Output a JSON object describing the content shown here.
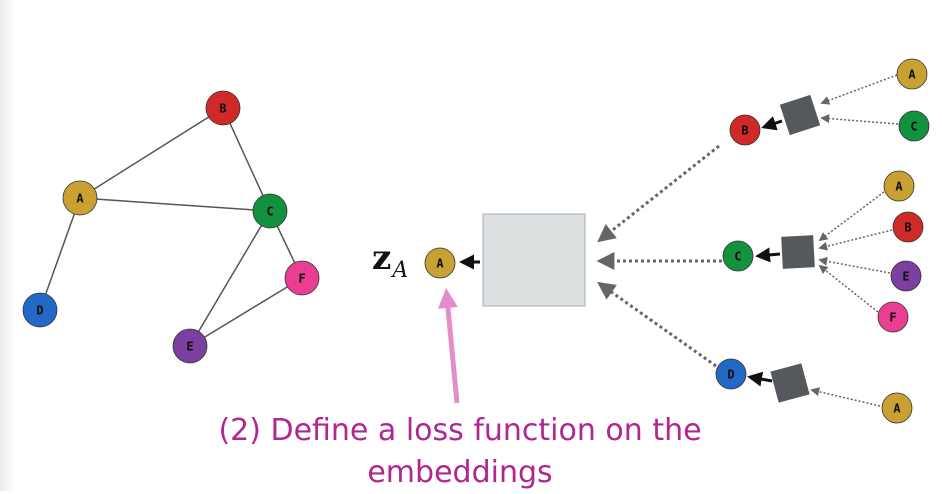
{
  "colors": {
    "A": "#c9a032",
    "B": "#cf2a27",
    "C": "#14913f",
    "D": "#2468c5",
    "E": "#7b3fa0",
    "F": "#ea3e92",
    "aggregator": "#55585c",
    "target_box": "#dcdfe0",
    "arrow_pink": "#e58ccc",
    "caption": "#b0278f"
  },
  "graph": {
    "nodes": [
      "A",
      "B",
      "C",
      "D",
      "E",
      "F"
    ],
    "edges": [
      [
        "A",
        "B"
      ],
      [
        "A",
        "C"
      ],
      [
        "B",
        "C"
      ],
      [
        "A",
        "D"
      ],
      [
        "C",
        "E"
      ],
      [
        "C",
        "F"
      ],
      [
        "E",
        "F"
      ]
    ]
  },
  "computation": {
    "target_label": "z",
    "target_subscript": "A",
    "target_node": "A",
    "layer1": [
      {
        "node": "B",
        "neighbors": [
          "A",
          "C"
        ]
      },
      {
        "node": "C",
        "neighbors": [
          "A",
          "B",
          "E",
          "F"
        ]
      },
      {
        "node": "D",
        "neighbors": [
          "A"
        ]
      }
    ]
  },
  "caption": {
    "line1": "(2) Define a loss function on the",
    "line2": "embeddings"
  }
}
